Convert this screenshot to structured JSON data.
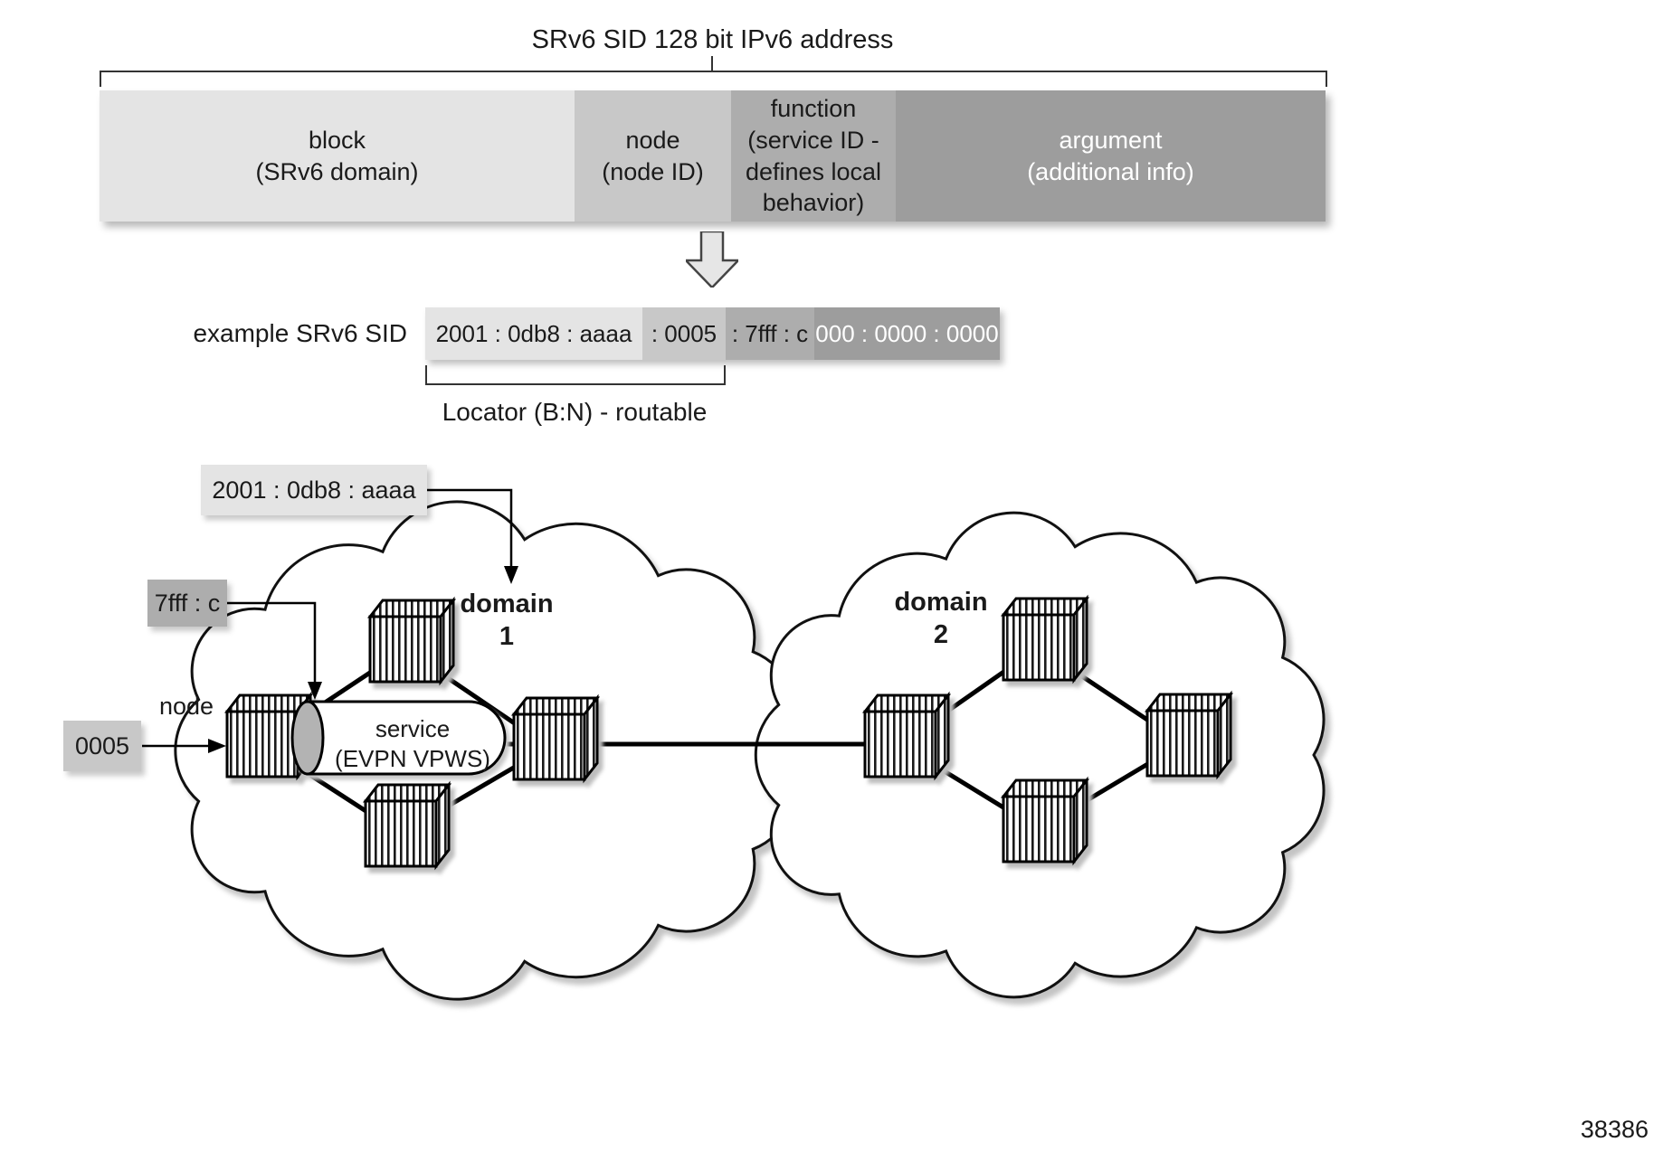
{
  "title": "SRv6 SID 128 bit IPv6 address",
  "colors": {
    "block": "#e4e4e4",
    "node": "#c8c8c8",
    "function": "#adadad",
    "argument": "#9d9d9d"
  },
  "sid_fields": {
    "block": "block\n(SRv6 domain)",
    "node": "node\n(node ID)",
    "function": "function\n(service ID -\ndefines local\nbehavior)",
    "argument": "argument\n(additional info)"
  },
  "example": {
    "label": "example SRv6 SID",
    "block": "2001 : 0db8 : aaaa",
    "node": ": 0005",
    "function": ": 7fff : c",
    "argument": "000 : 0000 : 0000"
  },
  "locator_label": "Locator (B:N) - routable",
  "callouts": {
    "block_value": "2001 : 0db8 : aaaa",
    "function_value": "7fff : c",
    "node_label": "node",
    "node_value": "0005"
  },
  "domains": [
    {
      "label": "domain\n1"
    },
    {
      "label": "domain\n2"
    }
  ],
  "service_label": "service\n(EVPN VPWS)",
  "figure_number": "38386"
}
